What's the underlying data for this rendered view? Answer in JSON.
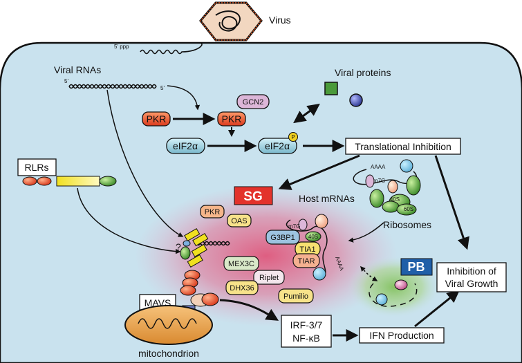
{
  "labels": {
    "virus": "Virus",
    "five_ppp": "5' ppp",
    "viral_rnas": "Viral RNAs",
    "five_prime_a": "5'",
    "five_prime_b": "5'",
    "viral_proteins": "Viral proteins",
    "gcn2": "GCN2",
    "pkr_left": "PKR",
    "pkr_active": "PKR",
    "eif2a_left": "eIF2α",
    "eif2a_right": "eIF2α",
    "phospho": "P",
    "translational_inhibition": "Translational Inhibition",
    "rlrs": "RLRs",
    "sg": "SG",
    "host_mrnas": "Host mRNAs",
    "ribosomes": "Ribosomes",
    "aaaa_top": "AAAA",
    "m7g_top": "m7G",
    "m7g_sg": "m7G",
    "s40_top": "40S",
    "s60_top": "60S",
    "s40_sg": "40S",
    "aaaa_sg": "AAAA",
    "question": "?",
    "pkr_sg": "PKR",
    "oas": "OAS",
    "g3bp1": "G3BP1",
    "tia1": "TIA1",
    "tiar": "TIAR",
    "mex3c": "MEX3C",
    "riplet": "Riplet",
    "dhx36": "DHX36",
    "pumilio": "Pumilio",
    "pb": "PB",
    "inhibition_line1": "Inhibition of",
    "inhibition_line2": "Viral Growth",
    "mavs": "MAVS",
    "mitochondrion": "mitochondrion",
    "irf_line1": "IRF-3/7",
    "irf_line2": "NF-κB",
    "ifn": "IFN Production"
  },
  "colors": {
    "cell_fill": "#c9e2ee",
    "sg_glow": "#e2476e",
    "pb_glow": "#9ccc7a",
    "pkr": "#e4572e",
    "eif2a": "#8ecad8",
    "gcn2": "#dcb6d8",
    "sg_badge": "#e3322b",
    "pb_badge": "#1f5fa8",
    "ribosome": "#5aaa3a",
    "protein_green": "#4a9a3a",
    "protein_blue": "#3a4aa0",
    "phospho": "#f0d020",
    "mito": "#e8a24a",
    "mavs_pink": "#d85a5a"
  }
}
